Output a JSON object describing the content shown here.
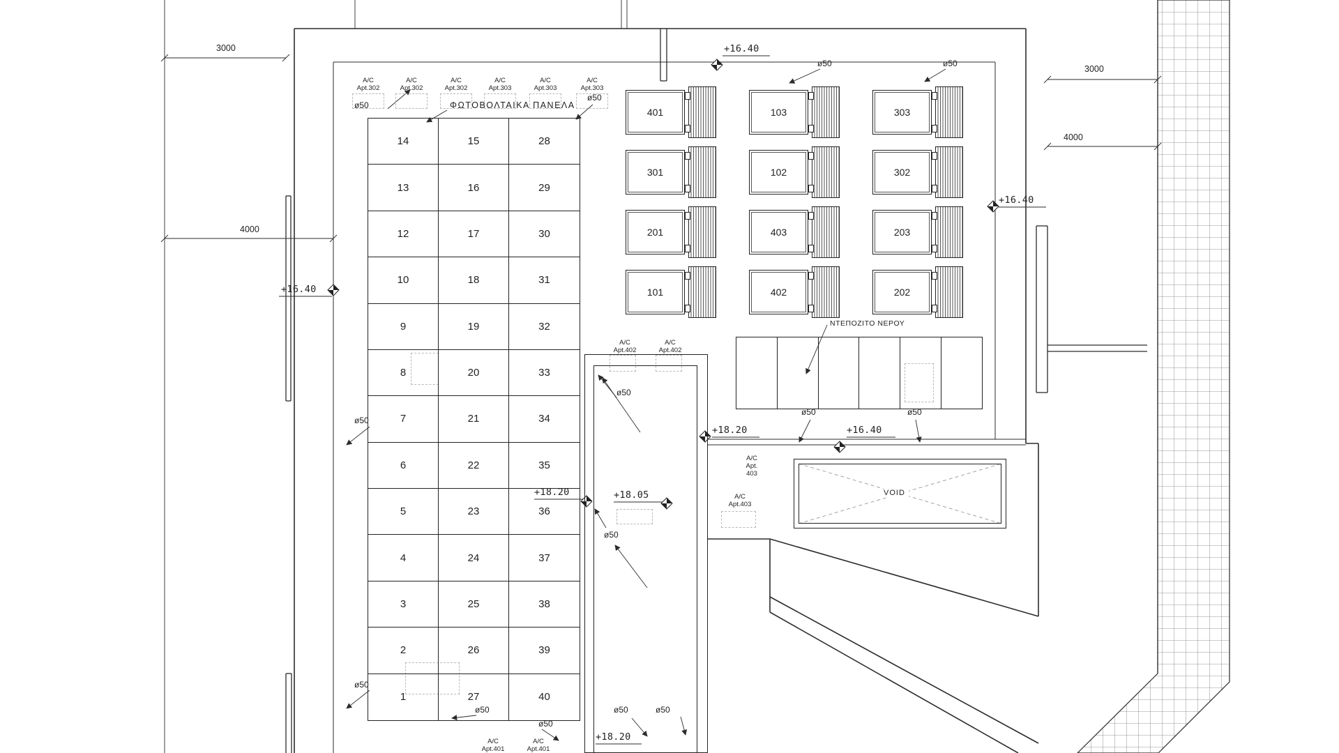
{
  "colors": {
    "line": "#2b2b2b",
    "ghost": "#b9b9b9"
  },
  "labels": {
    "pv_title": "ΦΩΤΟΒΟΛΤΑΙΚΑ ΠΑΝΕΛΑ",
    "tank": "ΝΤΕΠΟΖΙΤΟ ΝΕΡΟΥ",
    "void": "VOID",
    "phi50": "ø50",
    "ac": "A/C",
    "apt302": "Apt.302",
    "apt303": "Apt.303",
    "apt401": "Apt.401",
    "apt402": "Apt.402",
    "apt403": "Apt.403",
    "apt_short": "Apt.",
    "num403": "403"
  },
  "levels": {
    "l1640": "+16.40",
    "l1820": "+18.20",
    "l1805": "+18.05"
  },
  "dims": {
    "d3000": "3000",
    "d4000": "4000"
  },
  "panels": [
    "14",
    "13",
    "12",
    "10",
    "9",
    "8",
    "7",
    "6",
    "5",
    "4",
    "3",
    "2",
    "1",
    "15",
    "16",
    "17",
    "18",
    "19",
    "20",
    "21",
    "22",
    "23",
    "24",
    "25",
    "26",
    "27",
    "28",
    "29",
    "30",
    "31",
    "32",
    "33",
    "34",
    "35",
    "36",
    "37",
    "38",
    "39",
    "40"
  ],
  "condensers": [
    "401",
    "103",
    "303",
    "301",
    "102",
    "302",
    "201",
    "403",
    "203",
    "101",
    "402",
    "202"
  ]
}
